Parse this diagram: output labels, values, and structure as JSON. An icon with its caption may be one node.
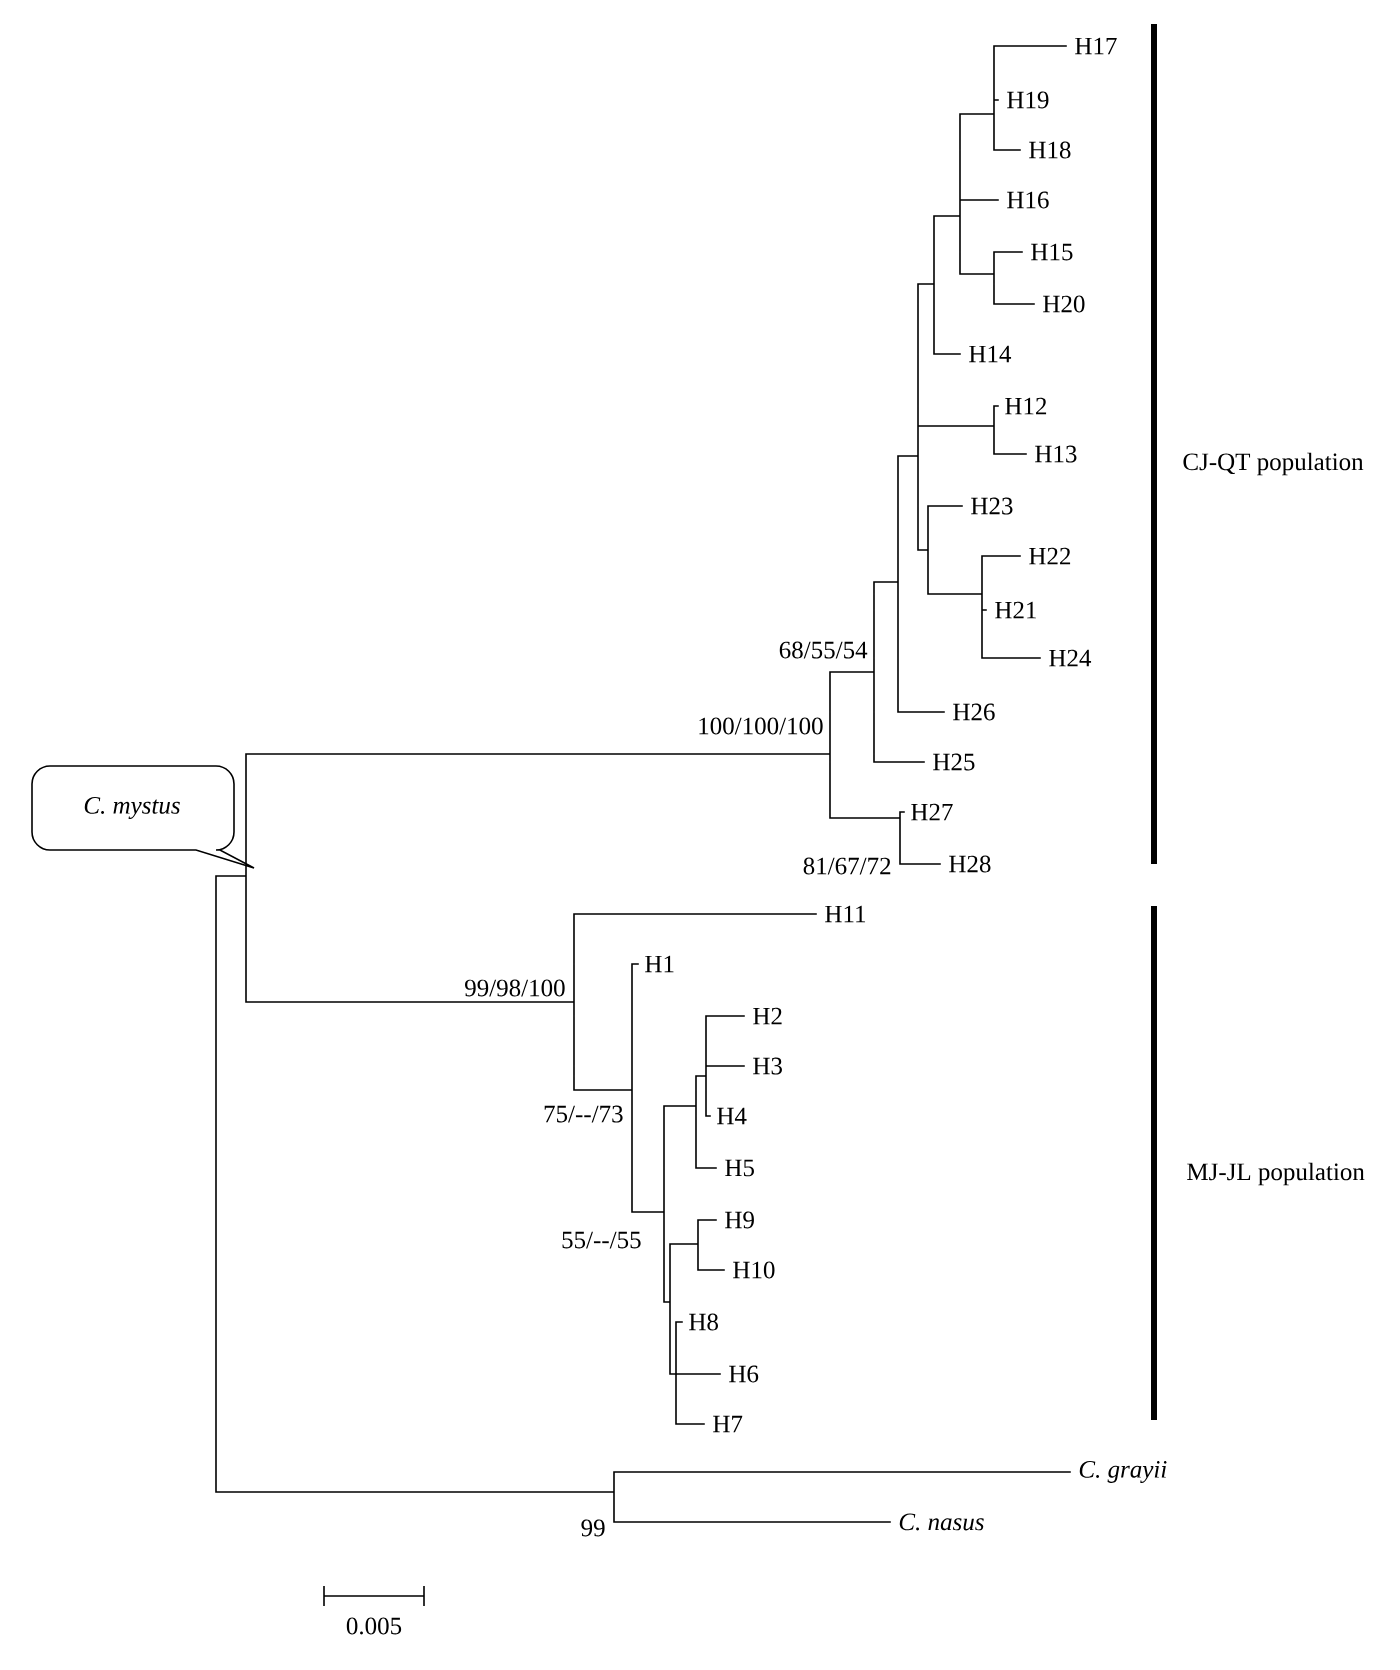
{
  "diagram": {
    "nodes": [
      {
        "text": [
          "C. mystus"
        ]
      }
    ],
    "labels": [
      "H17",
      "H19",
      "H18",
      "H16",
      "H15",
      "H20",
      "H14",
      "H12",
      "H13",
      "CJ-QT population",
      "H23",
      "H22",
      "H21",
      "H24",
      "68/55/54",
      "H26",
      "100/100/100",
      "H25",
      "H27",
      "81/67/72",
      "H28",
      "H11",
      "H1",
      "99/98/100",
      "H2",
      "H3",
      "H4",
      "75/--/73",
      "H5",
      "MJ-JL population",
      "H9",
      "55/--/55",
      "H10",
      "H8",
      "H6",
      "H7",
      "C. grayii",
      "99",
      "C. nasus",
      "0.005"
    ]
  }
}
